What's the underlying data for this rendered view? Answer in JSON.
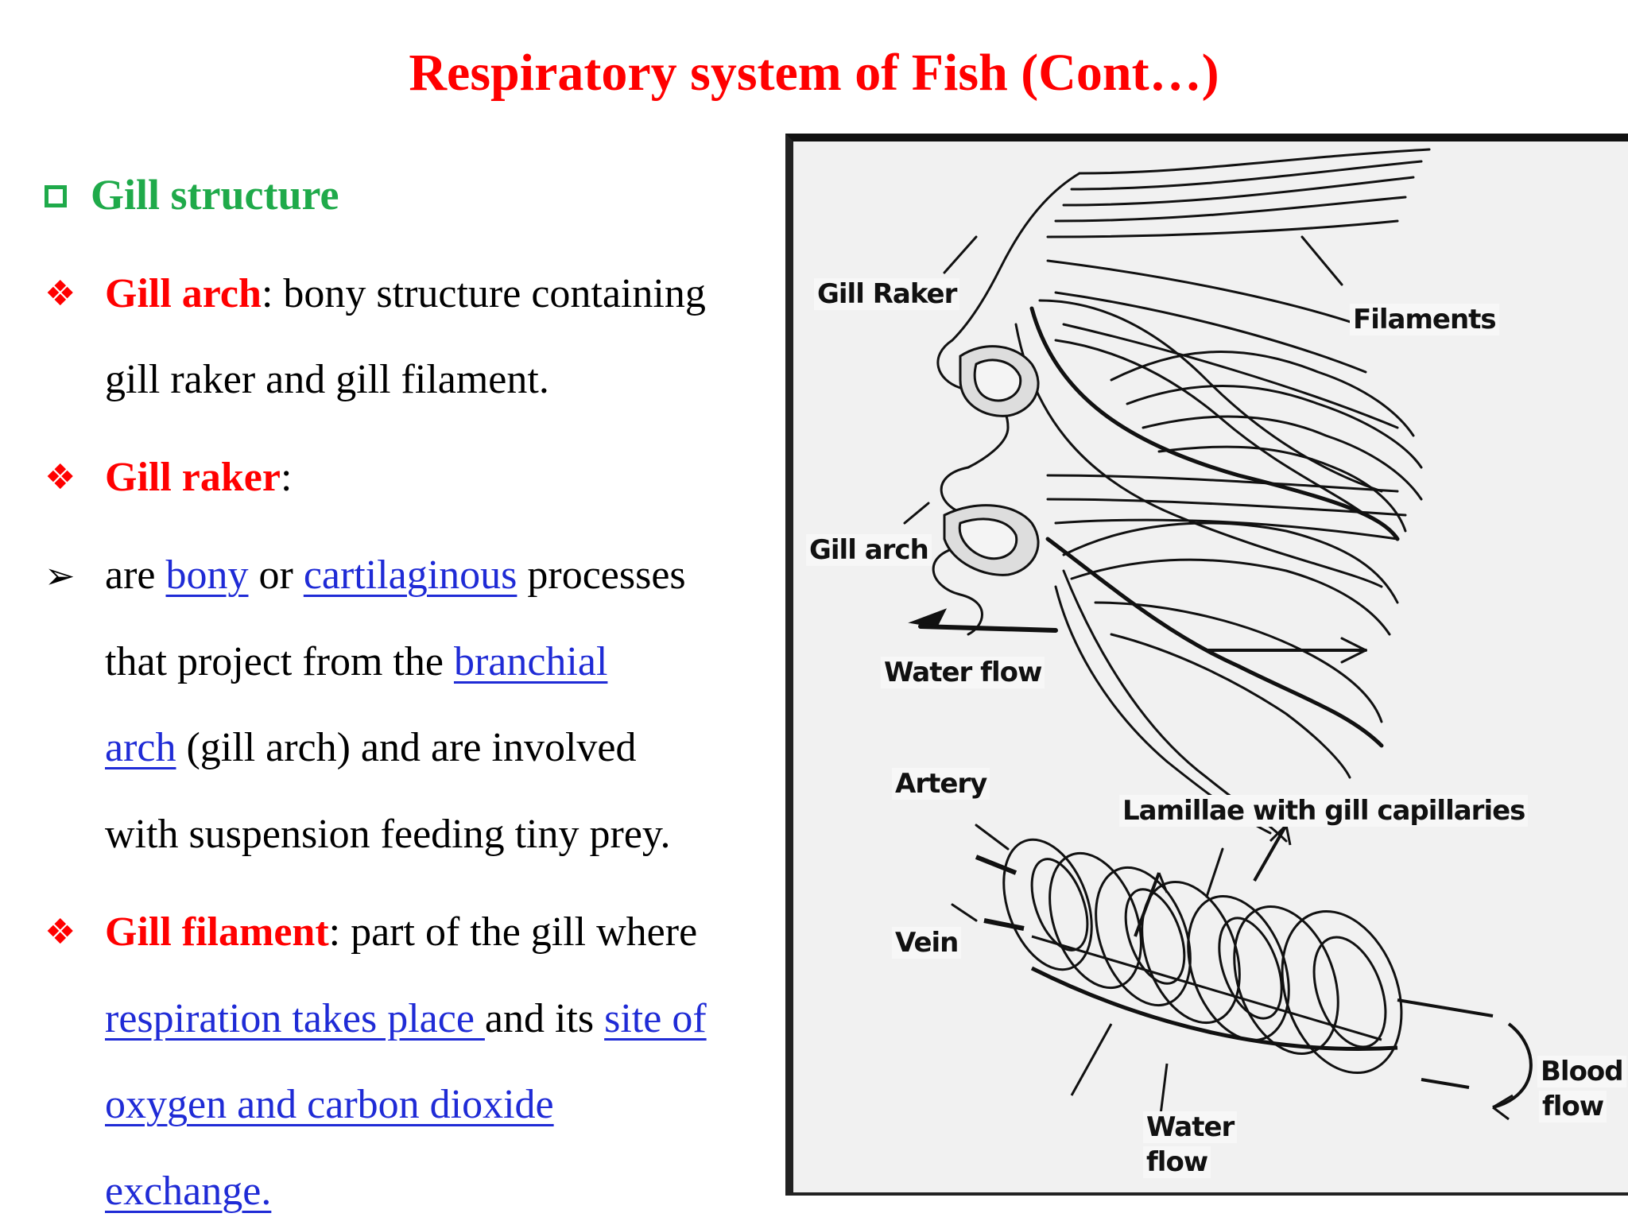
{
  "title": "Respiratory system of Fish (Cont…)",
  "heading": "Gill structure",
  "bullet_glyph": "❖",
  "arrow_glyph": "➢",
  "gill_arch": {
    "term": "Gill arch",
    "colon": ":",
    "text_1": " bony structure containing",
    "text_2": "gill raker and gill filament."
  },
  "gill_raker": {
    "term": "Gill raker",
    "colon": ":"
  },
  "raker_desc": {
    "t1": "are ",
    "link_bony": "bony",
    "t2": " or ",
    "link_cartilaginous": "cartilaginous",
    "t3": " processes",
    "t4": "that project from the ",
    "link_branchial": "branchial",
    "link_arch": "arch",
    "t5": " (gill arch) and are involved",
    "t6": "with suspension feeding tiny prey."
  },
  "gill_filament": {
    "term": "Gill filament",
    "colon": ":",
    "t1": " part of the gill where",
    "link_respiration": "respiration takes place ",
    "t2": "and its ",
    "link_site_of": "site of",
    "link_oxygen": "oxygen and carbon dioxide",
    "link_exchange": "exchange."
  },
  "figure_labels": {
    "gill_raker": "Gill Raker",
    "filaments": "Filaments",
    "gill_arch": "Gill arch",
    "water_flow_top": "Water flow",
    "artery": "Artery",
    "lamillae": "Lamillae with gill capillaries",
    "vein": "Vein",
    "blood_flow_1": "Blood",
    "blood_flow_2": "flow",
    "water_flow_bottom_1": "Water",
    "water_flow_bottom_2": "flow"
  },
  "colors": {
    "title": "#ff0000",
    "heading": "#1faa4a",
    "term": "#ff0000",
    "link": "#1f2bd6"
  }
}
